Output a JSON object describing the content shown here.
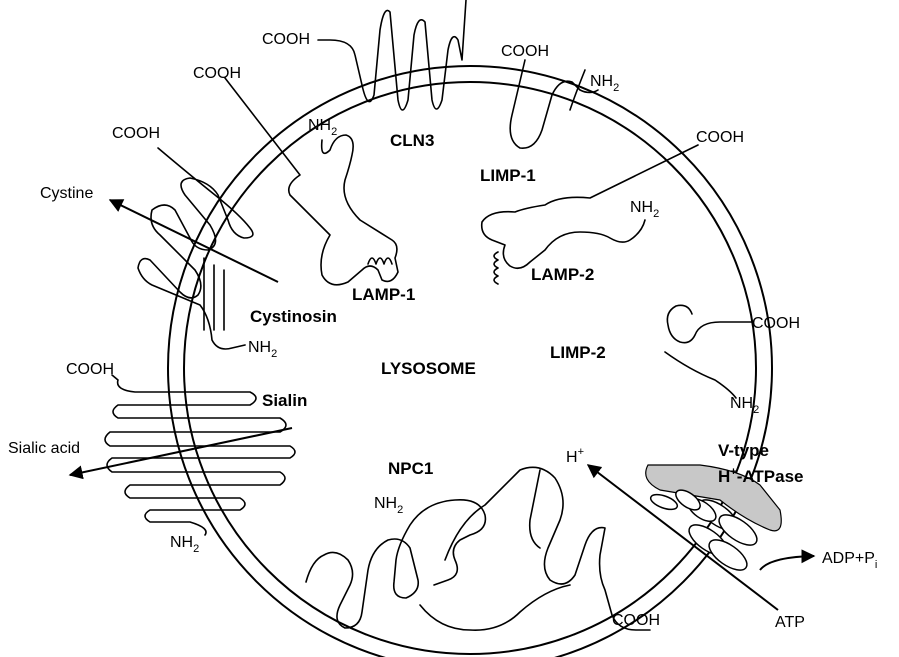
{
  "center_label": "LYSOSOME",
  "proteins": {
    "cln3": {
      "name": "CLN3",
      "terminus": "COOH"
    },
    "limp1": {
      "name": "LIMP-1",
      "cooh": "COOH",
      "nh2": "NH",
      "sub": "2"
    },
    "lamp1": {
      "name": "LAMP-1",
      "cooh": "COOH",
      "nh2": "NH",
      "sub": "2"
    },
    "lamp2": {
      "name": "LAMP-2",
      "cooh": "COOH",
      "nh2": "NH",
      "sub": "2"
    },
    "cystinosin": {
      "name": "Cystinosin",
      "cooh": "COOH",
      "nh2": "NH",
      "sub": "2",
      "substrate": "Cystine"
    },
    "limp2": {
      "name": "LIMP-2",
      "cooh": "COOH",
      "nh2": "NH",
      "sub": "2"
    },
    "sialin": {
      "name": "Sialin",
      "cooh": "COOH",
      "nh2": "NH",
      "sub": "2",
      "substrate": "Sialic acid"
    },
    "npc1": {
      "name": "NPC1",
      "cooh": "COOH",
      "nh2": "NH",
      "sub": "2"
    },
    "vatpase": {
      "name_line1": "V-type",
      "name_line2_prefix": "H",
      "name_line2_sup": "+",
      "name_line2_suffix": "-ATPase",
      "proton": "H",
      "proton_sup": "+",
      "atp": "ATP",
      "product": "ADP+P",
      "product_sub": "i"
    }
  }
}
